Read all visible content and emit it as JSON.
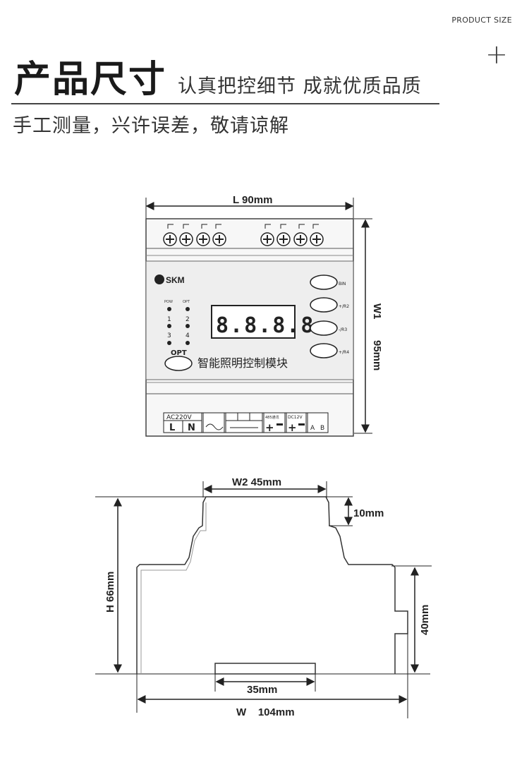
{
  "header": {
    "product_size_label": "PRODUCT SIZE",
    "plus_icon": "+",
    "title": "产品尺寸",
    "slogan": "认真把控细节 成就优质品质",
    "subtitle": "手工测量，兴许误差，敬请谅解"
  },
  "front_view": {
    "length_label": "L  90mm",
    "w1_label": "W1",
    "w1_value": "95mm",
    "brand": "SKM",
    "display_digits": "8.8.8.8.",
    "product_name": "智能照明控制模块",
    "led_labels": [
      "POW",
      "OPT",
      "1",
      "2",
      "3",
      "4"
    ],
    "opt_button": "OPT",
    "side_buttons": [
      "BIN",
      "+/R2",
      "-/R3",
      "+/R4"
    ],
    "terminal_header": "AC220V",
    "terminals": [
      "L",
      "N"
    ],
    "dc_label": "DC12V",
    "rs_label": "485通讯",
    "ab_labels": [
      "A",
      "B"
    ]
  },
  "side_view": {
    "w2_label": "W2  45mm",
    "top_step": "10mm",
    "height_label": "H  66mm",
    "right_height": "40mm",
    "rail_width": "35mm",
    "width_label": "W    104mm"
  }
}
